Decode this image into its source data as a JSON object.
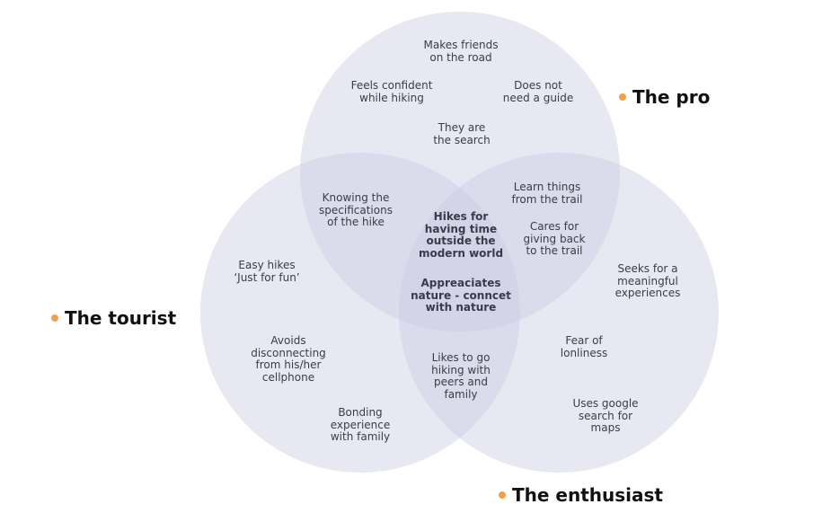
{
  "colors": {
    "circle_fill": "#c9cbe2",
    "accent_dot": "#f2a04a"
  },
  "legend": {
    "pro": "The pro",
    "tourist": "The tourist",
    "enthusiast": "The enthusiast"
  },
  "pro_only": [
    "Makes friends\non the road",
    "Feels confident\nwhile hiking",
    "Does not\nneed a guide",
    "They are\nthe search"
  ],
  "pro_tourist": [
    "Knowing the\nspecifications\nof the hike"
  ],
  "pro_enthusiast": [
    "Learn things\nfrom the trail",
    "Cares for\ngiving back\nto the trail"
  ],
  "center": [
    "Hikes for\nhaving time\noutside the\nmodern world",
    "Appreaciates\nnature - conncet\nwith nature"
  ],
  "tourist_only": [
    "Easy hikes\n‘Just for fun’",
    "Avoids\ndisconnecting\nfrom his/her\ncellphone",
    "Bonding\nexperience\nwith family"
  ],
  "tourist_enthusiast": [
    "Likes to go\nhiking with\npeers and\nfamily"
  ],
  "enthusiast_only": [
    "Seeks for a\nmeaningful\nexperiences",
    "Fear of\nlonliness",
    "Uses google\nsearch for\nmaps"
  ]
}
